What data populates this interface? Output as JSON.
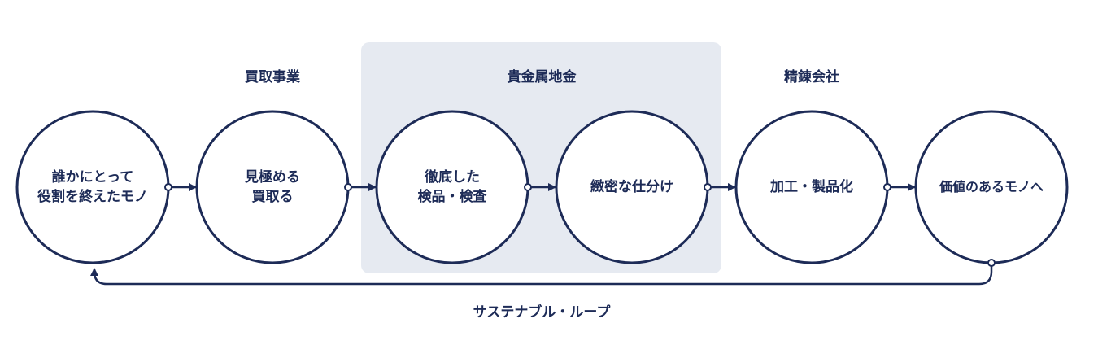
{
  "colors": {
    "primary": "#1d2b57",
    "highlight_bg": "#e6eaf1",
    "background": "#ffffff"
  },
  "groups": [
    {
      "label": "買取事業"
    },
    {
      "label": "貴金属地金"
    },
    {
      "label": "精錬会社"
    }
  ],
  "nodes": [
    {
      "label": "誰かにとって\n役割を終えたモノ"
    },
    {
      "label": "見極める\n買取る"
    },
    {
      "label": "徹底した\n検品・検査"
    },
    {
      "label": "緻密な仕分け"
    },
    {
      "label": "加工・製品化"
    },
    {
      "label": "価値のあるモノへ"
    }
  ],
  "loop": {
    "label": "サステナブル・ループ"
  }
}
